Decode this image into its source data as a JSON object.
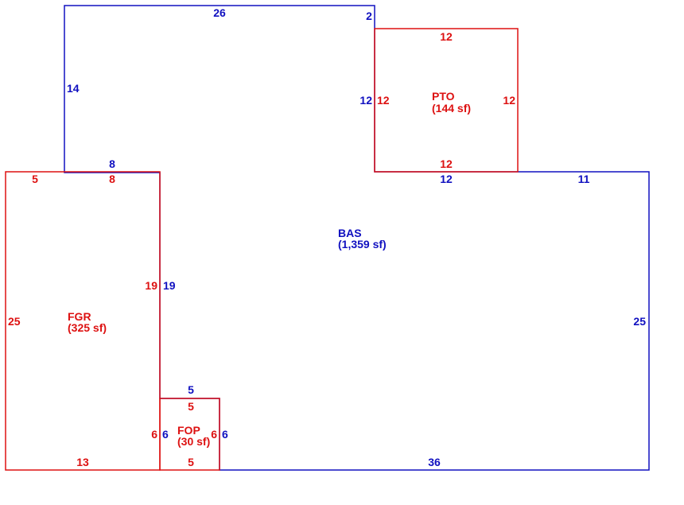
{
  "colors": {
    "blue": "#1010c0",
    "red": "#dd1111",
    "background": "#ffffff"
  },
  "areas": {
    "bas": {
      "code": "BAS",
      "area": "(1,359 sf)"
    },
    "pto": {
      "code": "PTO",
      "area": "(144 sf)"
    },
    "fgr": {
      "code": "FGR",
      "area": "(325 sf)"
    },
    "fop": {
      "code": "FOP",
      "area": "(30 sf)"
    }
  },
  "dimensions": {
    "bas_top": "26",
    "bas_step": "2",
    "bas_upper_left": "14",
    "bas_notch_top": "8",
    "bas_left": "19",
    "bas_pto_side": "12",
    "bas_pto_bottom": "12",
    "bas_right_top": "11",
    "bas_right": "25",
    "bas_bottom": "36",
    "bas_fop_top": "5",
    "bas_fop_side": "6",
    "bas_fop_right": "6",
    "pto_top": "12",
    "pto_left": "12",
    "pto_right": "12",
    "pto_bottom": "12",
    "fgr_top_left": "5",
    "fgr_top_right": "8",
    "fgr_left": "25",
    "fgr_right": "19",
    "fgr_bottom": "13",
    "fop_top": "5",
    "fop_left": "6",
    "fop_right": "6",
    "fop_bottom": "5",
    "fop_left_outer": "6"
  }
}
